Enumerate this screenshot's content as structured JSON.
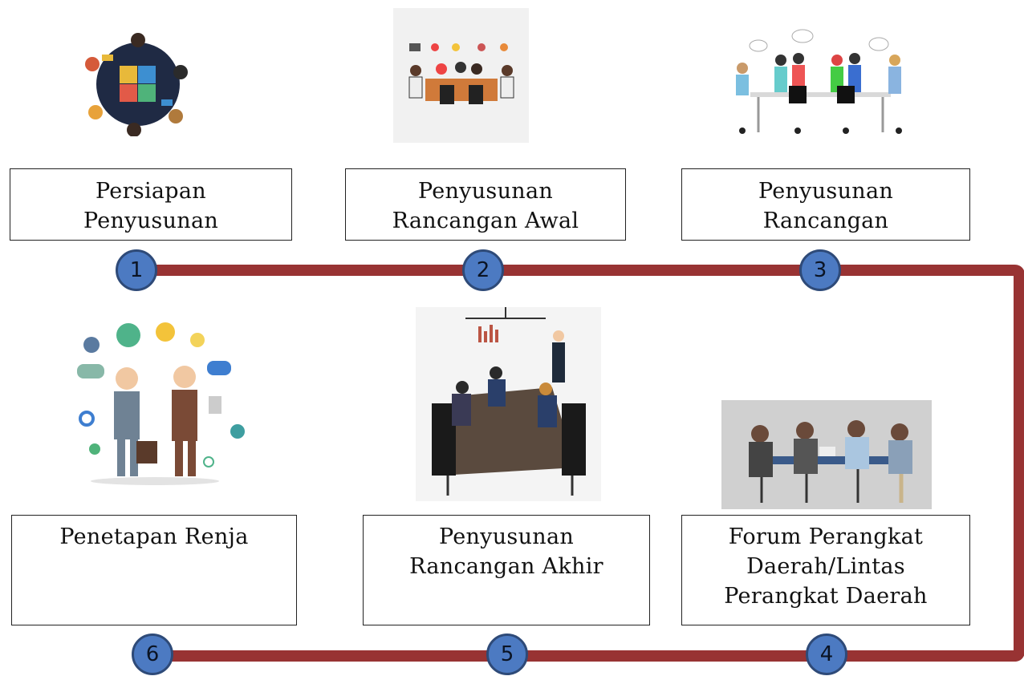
{
  "stages": [
    {
      "number": "1",
      "label": "Persiapan\nPenyusunan",
      "illustration": "puzzle-teamwork-illustration"
    },
    {
      "number": "2",
      "label": "Penyusunan\nRancangan Awal",
      "illustration": "team-desk-meeting-illustration"
    },
    {
      "number": "3",
      "label": "Penyusunan\nRancangan",
      "illustration": "discussion-table-illustration"
    },
    {
      "number": "4",
      "label": "Forum Perangkat\nDaerah/Lintas\nPerangkat Daerah",
      "illustration": "forum-meeting-photo"
    },
    {
      "number": "5",
      "label": "Penyusunan\nRancangan Akhir",
      "illustration": "boardroom-meeting-illustration"
    },
    {
      "number": "6",
      "label": "Penetapan Renja",
      "illustration": "handshake-illustration"
    }
  ],
  "colors": {
    "track": "#983333",
    "node_fill": "#4c7ac2",
    "node_border": "#2e4a78"
  }
}
